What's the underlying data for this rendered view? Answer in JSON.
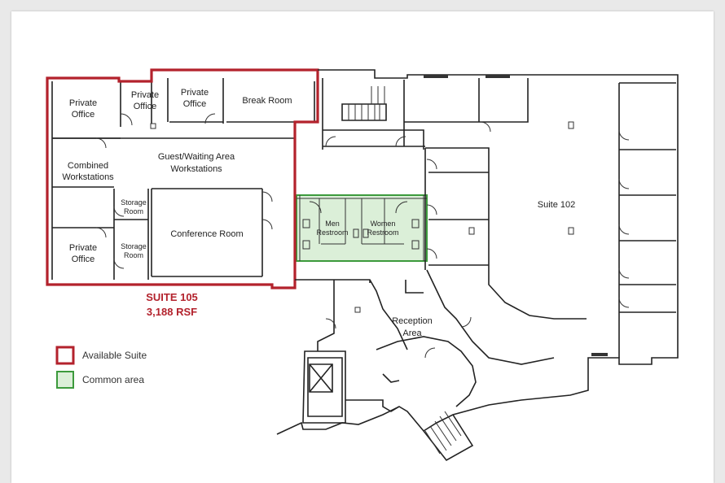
{
  "rooms": {
    "private_office_1": [
      "Private",
      "Office"
    ],
    "private_office_2": [
      "Private",
      "Office"
    ],
    "private_office_3": [
      "Private",
      "Office"
    ],
    "break_room": "Break Room",
    "combined_workstations": [
      "Combined",
      "Workstations"
    ],
    "guest_waiting": [
      "Guest/Waiting Area",
      "Workstations"
    ],
    "storage_room_1": [
      "Storage",
      "Room"
    ],
    "storage_room_2": [
      "Storage",
      "Room"
    ],
    "conference_room": "Conference Room",
    "private_office_4": [
      "Private",
      "Office"
    ],
    "men_restroom": [
      "Men",
      "Restroom"
    ],
    "women_restroom": [
      "Women",
      "Restroom"
    ],
    "suite_102": "Suite 102",
    "reception_area": [
      "Reception",
      "Area"
    ]
  },
  "suite": {
    "name": "SUITE 105",
    "area": "3,188 RSF"
  },
  "legend": {
    "available_suite": "Available Suite",
    "common_area": "Common area"
  },
  "colors": {
    "suite_outline": "#b3222c",
    "common_fill": "#dbefd8",
    "common_stroke": "#3c9a3c"
  }
}
